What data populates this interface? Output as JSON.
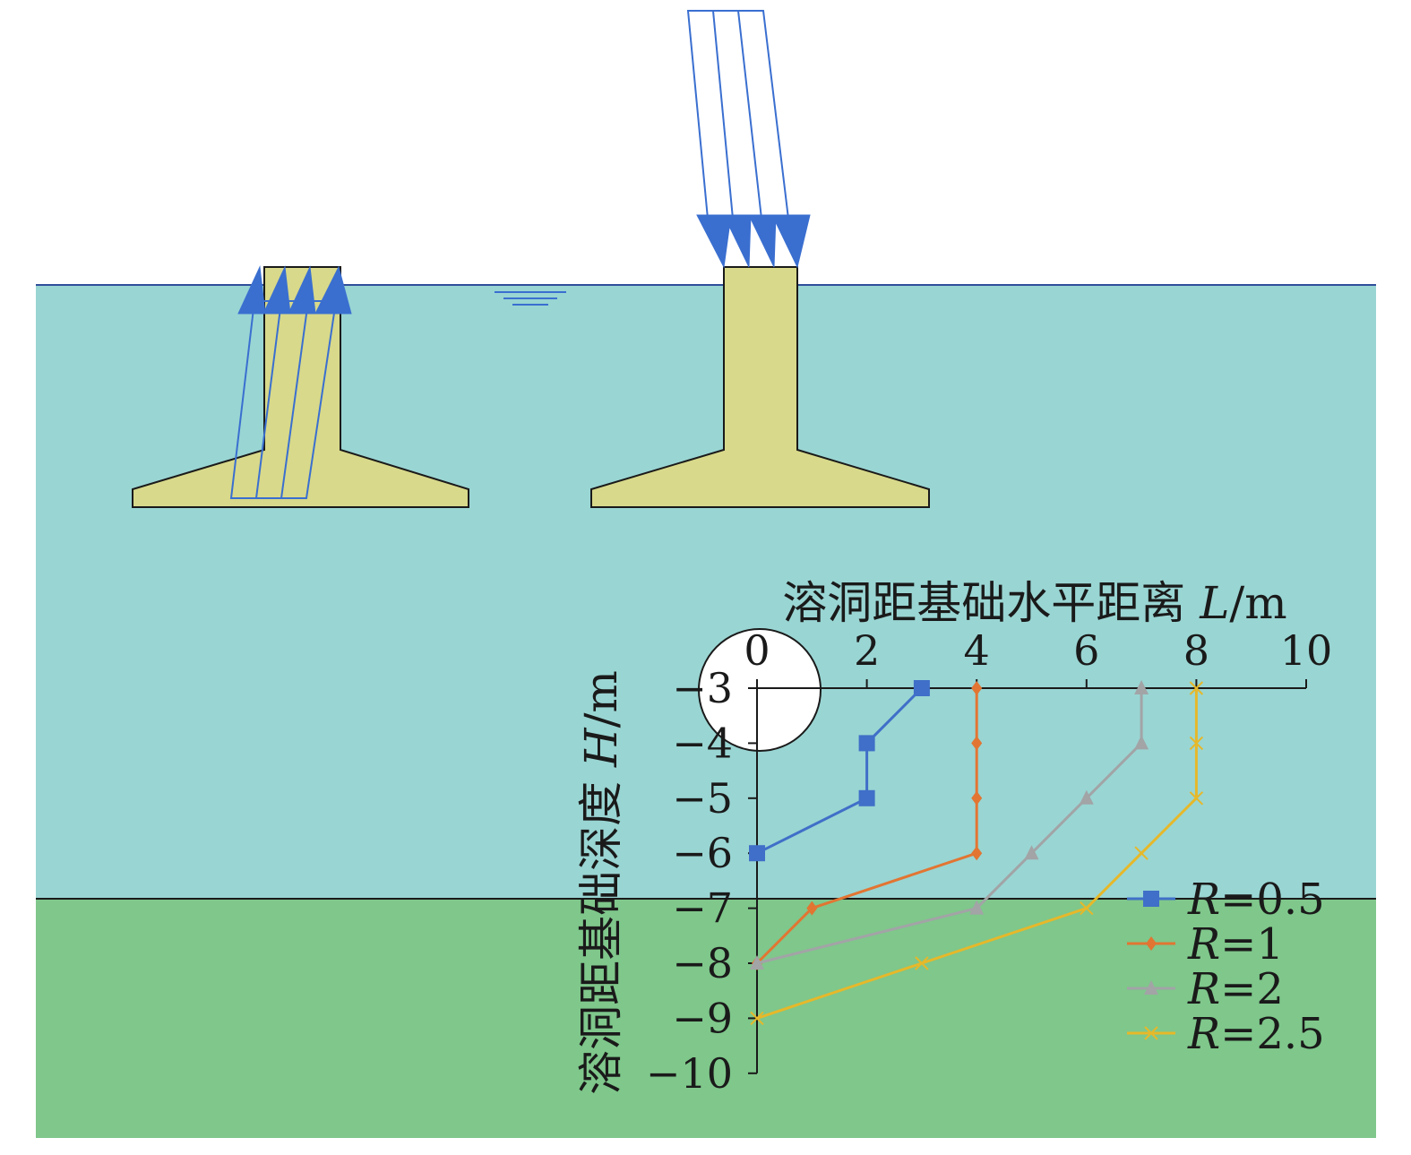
{
  "colors": {
    "water": "#99d5d3",
    "soil": "#7fc78b",
    "footing": "#d8d98a",
    "arrow": "#3a6fd0",
    "water_line": "#2f4f9a",
    "R_0_5": "#3f6fc8",
    "R_1": "#e27532",
    "R_2": "#a2a4a6",
    "R_2_5": "#e6b82a"
  },
  "icons": {
    "water_level": "water-level-icon",
    "karst_cave": "karst-cave-circle",
    "load_arrows": "load-arrow-icon"
  },
  "chart_data": {
    "type": "line",
    "x_axis": {
      "label_text": "溶洞距基础水平距离",
      "label_var": "L",
      "label_unit": "/m",
      "position": "top",
      "ticks": [
        "0",
        "2",
        "4",
        "6",
        "8",
        "10"
      ],
      "range": [
        0,
        10
      ]
    },
    "y_axis": {
      "label_text": "溶洞距基础深度",
      "label_var": "H",
      "label_unit": "/m",
      "ticks": [
        "−3",
        "−4",
        "−5",
        "−6",
        "−7",
        "−8",
        "−9",
        "−10"
      ],
      "range": [
        -10,
        -3
      ]
    },
    "grid": false,
    "legend_position": "bottom-right",
    "series": [
      {
        "name": "R=0.5",
        "var": "R",
        "val": "=0.5",
        "color_key": "R_0_5",
        "marker": "square",
        "points": [
          [
            3,
            -3
          ],
          [
            2,
            -4
          ],
          [
            2,
            -5
          ],
          [
            0,
            -6
          ]
        ]
      },
      {
        "name": "R=1",
        "var": "R",
        "val": "=1",
        "color_key": "R_1",
        "marker": "diamond",
        "points": [
          [
            4,
            -3
          ],
          [
            4,
            -4
          ],
          [
            4,
            -5
          ],
          [
            4,
            -6
          ],
          [
            1,
            -7
          ],
          [
            0,
            -8
          ]
        ]
      },
      {
        "name": "R=2",
        "var": "R",
        "val": "=2",
        "color_key": "R_2",
        "marker": "triangle",
        "points": [
          [
            7,
            -3
          ],
          [
            7,
            -4
          ],
          [
            6,
            -5
          ],
          [
            5,
            -6
          ],
          [
            4,
            -7
          ],
          [
            0,
            -8
          ]
        ]
      },
      {
        "name": "R=2.5",
        "var": "R",
        "val": "=2.5",
        "color_key": "R_2_5",
        "marker": "x",
        "points": [
          [
            8,
            -3
          ],
          [
            8,
            -4
          ],
          [
            8,
            -5
          ],
          [
            7,
            -6
          ],
          [
            6,
            -7
          ],
          [
            3,
            -8
          ],
          [
            0,
            -9
          ]
        ]
      }
    ]
  }
}
